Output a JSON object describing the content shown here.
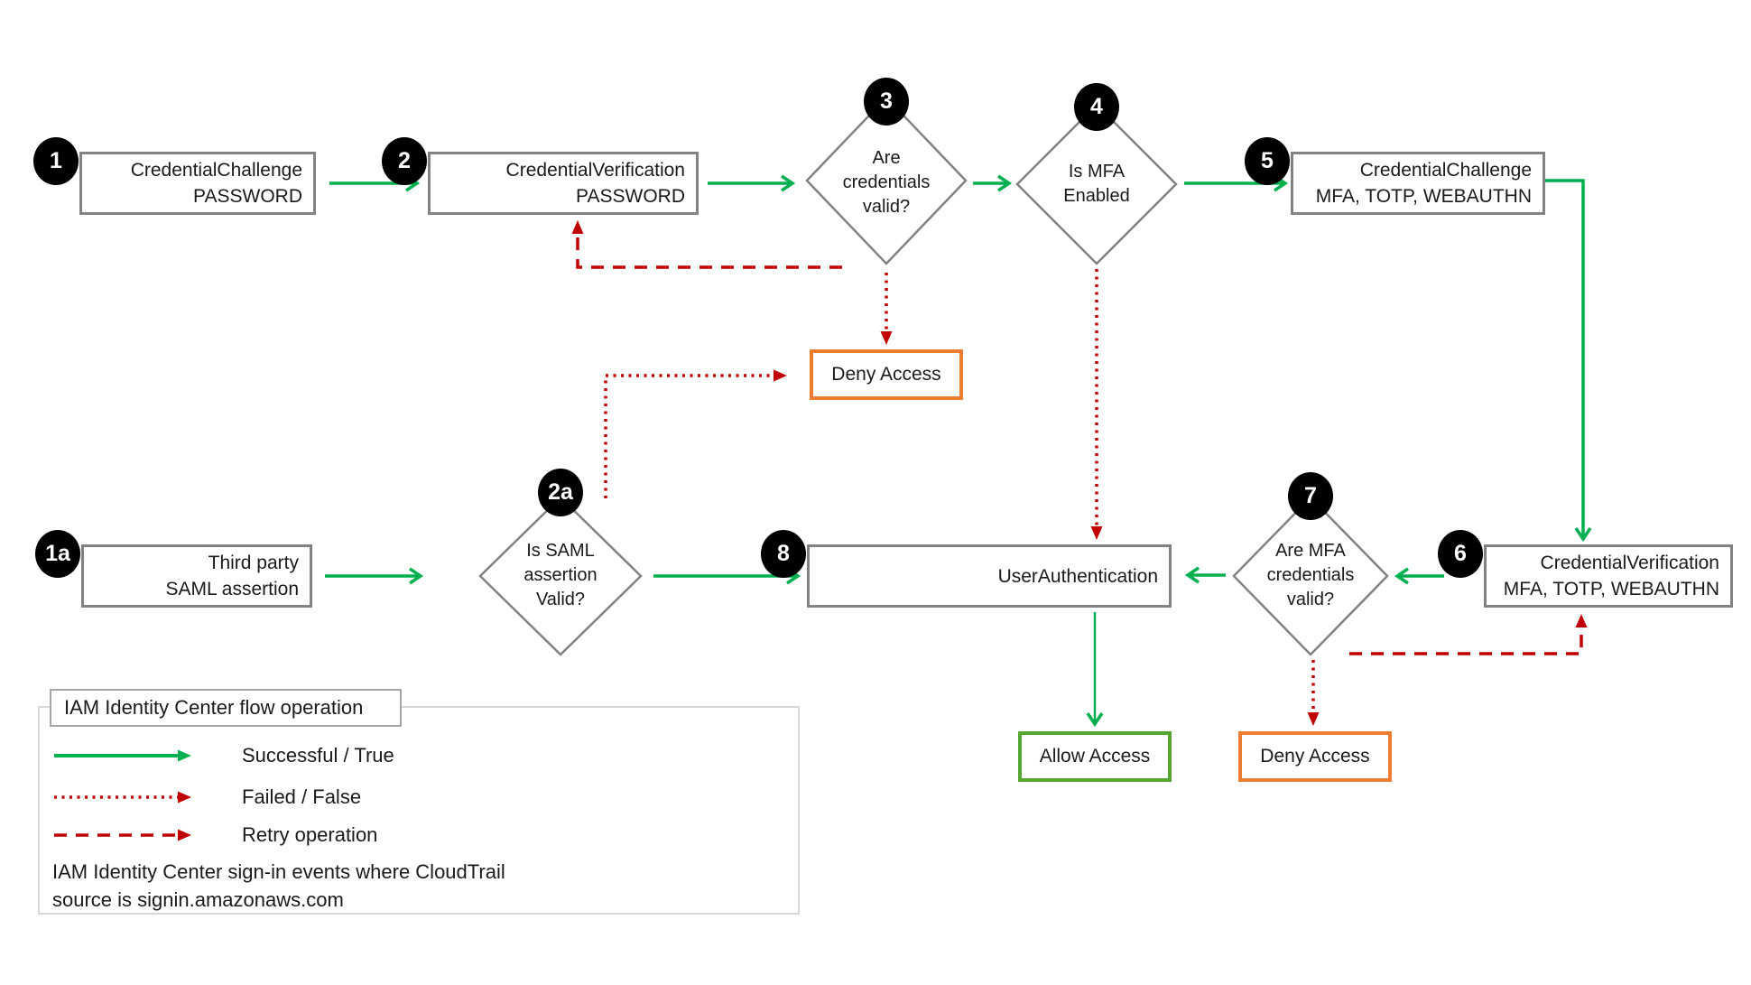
{
  "nodes": {
    "n1": {
      "badge": "1",
      "line1": "CredentialChallenge",
      "line2": "PASSWORD"
    },
    "n2": {
      "badge": "2",
      "line1": "CredentialVerification",
      "line2": "PASSWORD"
    },
    "n5": {
      "badge": "5",
      "line1": "CredentialChallenge",
      "line2": "MFA, TOTP, WEBAUTHN"
    },
    "n6": {
      "badge": "6",
      "line1": "CredentialVerification",
      "line2": "MFA, TOTP, WEBAUTHN"
    },
    "n1a": {
      "badge": "1a",
      "line1": "Third party",
      "line2": "SAML assertion"
    },
    "n8": {
      "badge": "8",
      "line1": "UserAuthentication"
    },
    "d3": {
      "badge": "3",
      "line1": "Are",
      "line2": "credentials",
      "line3": "valid?"
    },
    "d4": {
      "badge": "4",
      "line1": "Is MFA",
      "line2": "Enabled"
    },
    "d2a": {
      "badge": "2a",
      "line1": "Is SAML",
      "line2": "assertion",
      "line3": "Valid?"
    },
    "d7": {
      "badge": "7",
      "line1": "Are MFA",
      "line2": "credentials",
      "line3": "valid?"
    }
  },
  "outcomes": {
    "allow": {
      "label": "Allow Access"
    },
    "deny_top": {
      "label": "Deny Access"
    },
    "deny_bottom": {
      "label": "Deny Access"
    }
  },
  "legend": {
    "title": "IAM Identity Center flow operation",
    "items": [
      {
        "style": "solid-green",
        "label": "Successful / True"
      },
      {
        "style": "dotted-red",
        "label": "Failed / False"
      },
      {
        "style": "dashed-red",
        "label": "Retry operation"
      }
    ],
    "note_line1": "IAM Identity Center sign-in events where CloudTrail",
    "note_line2": "source is signin.amazonaws.com"
  },
  "colors": {
    "success_arrow": "#00B050",
    "fail_arrow": "#C00000",
    "allow_border": "#55A630",
    "deny_border": "#ED7D31",
    "node_border": "#828282"
  }
}
